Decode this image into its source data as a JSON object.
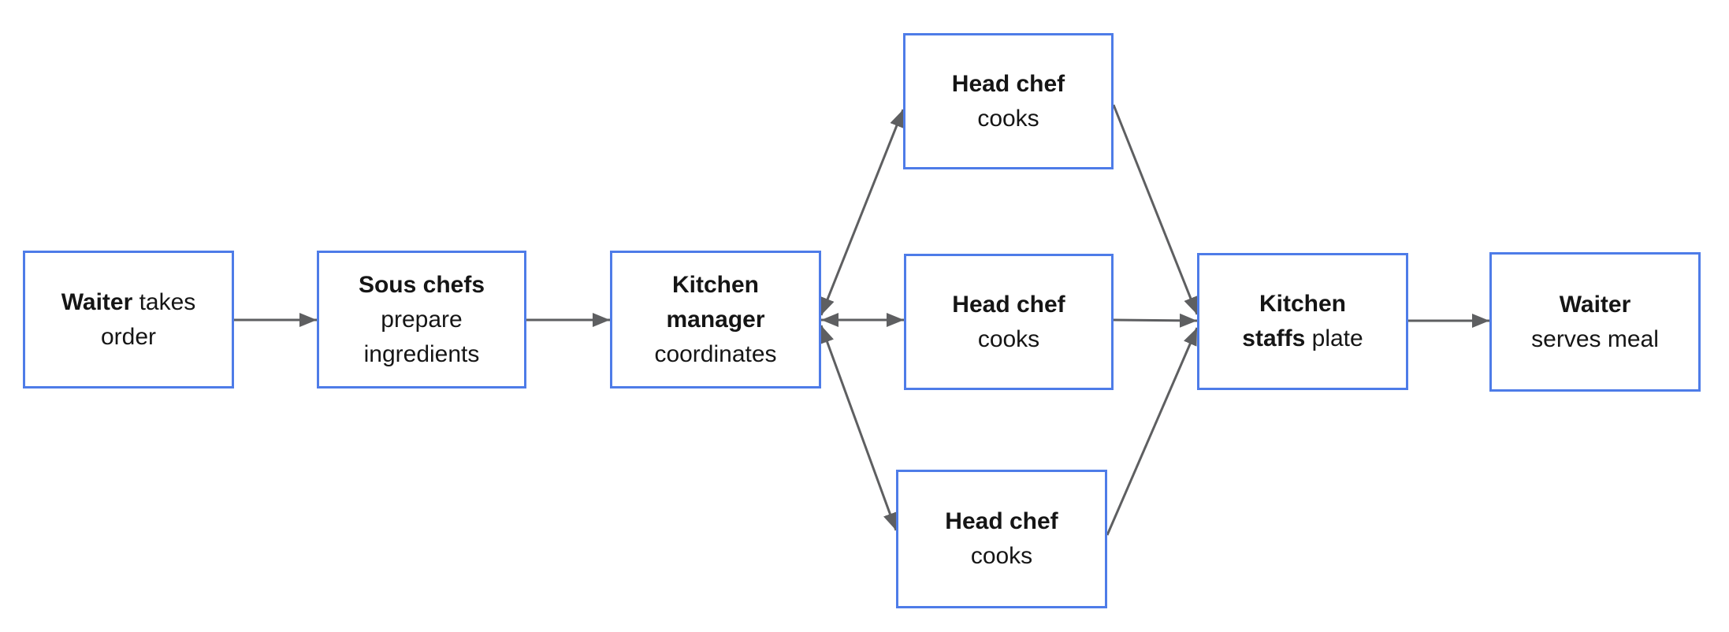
{
  "diagram": {
    "title": "Restaurant kitchen workflow flowchart",
    "colors": {
      "background": "#ffffff",
      "box_border": "#4e7ce8",
      "box_fill": "#ffffff",
      "connector": "#5e5f61",
      "text": "#151515"
    },
    "nodes": [
      {
        "id": "waiter-takes-order",
        "lines": [
          [
            {
              "t": "Waiter",
              "b": true
            },
            {
              "t": " takes"
            }
          ],
          [
            {
              "t": "order"
            }
          ]
        ]
      },
      {
        "id": "sous-chefs-prepare",
        "lines": [
          [
            {
              "t": "Sous chefs",
              "b": true
            }
          ],
          [
            {
              "t": "prepare"
            }
          ],
          [
            {
              "t": "ingredients"
            }
          ]
        ]
      },
      {
        "id": "kitchen-manager-coordinates",
        "lines": [
          [
            {
              "t": "Kitchen",
              "b": true
            }
          ],
          [
            {
              "t": "manager",
              "b": true
            }
          ],
          [
            {
              "t": "coordinates"
            }
          ]
        ]
      },
      {
        "id": "head-chef-top",
        "lines": [
          [
            {
              "t": "Head chef",
              "b": true
            }
          ],
          [
            {
              "t": "cooks"
            }
          ]
        ]
      },
      {
        "id": "head-chef-middle",
        "lines": [
          [
            {
              "t": "Head chef",
              "b": true
            }
          ],
          [
            {
              "t": "cooks"
            }
          ]
        ]
      },
      {
        "id": "head-chef-bottom",
        "lines": [
          [
            {
              "t": "Head chef",
              "b": true
            }
          ],
          [
            {
              "t": "cooks"
            }
          ]
        ]
      },
      {
        "id": "kitchen-staffs-plate",
        "lines": [
          [
            {
              "t": "Kitchen",
              "b": true
            }
          ],
          [
            {
              "t": "staffs",
              "b": true
            },
            {
              "t": " plate"
            }
          ]
        ]
      },
      {
        "id": "waiter-serves-meal",
        "lines": [
          [
            {
              "t": "Waiter",
              "b": true
            }
          ],
          [
            {
              "t": "serves meal"
            }
          ]
        ]
      }
    ],
    "edges": [
      {
        "from": "waiter-takes-order",
        "to": "sous-chefs-prepare",
        "bidirectional": false
      },
      {
        "from": "sous-chefs-prepare",
        "to": "kitchen-manager-coordinates",
        "bidirectional": false
      },
      {
        "from": "kitchen-manager-coordinates",
        "to": "head-chef-top",
        "bidirectional": true
      },
      {
        "from": "kitchen-manager-coordinates",
        "to": "head-chef-middle",
        "bidirectional": true
      },
      {
        "from": "kitchen-manager-coordinates",
        "to": "head-chef-bottom",
        "bidirectional": true
      },
      {
        "from": "head-chef-top",
        "to": "kitchen-staffs-plate",
        "bidirectional": false
      },
      {
        "from": "head-chef-middle",
        "to": "kitchen-staffs-plate",
        "bidirectional": false
      },
      {
        "from": "head-chef-bottom",
        "to": "kitchen-staffs-plate",
        "bidirectional": false
      },
      {
        "from": "kitchen-staffs-plate",
        "to": "waiter-serves-meal",
        "bidirectional": false
      }
    ]
  }
}
